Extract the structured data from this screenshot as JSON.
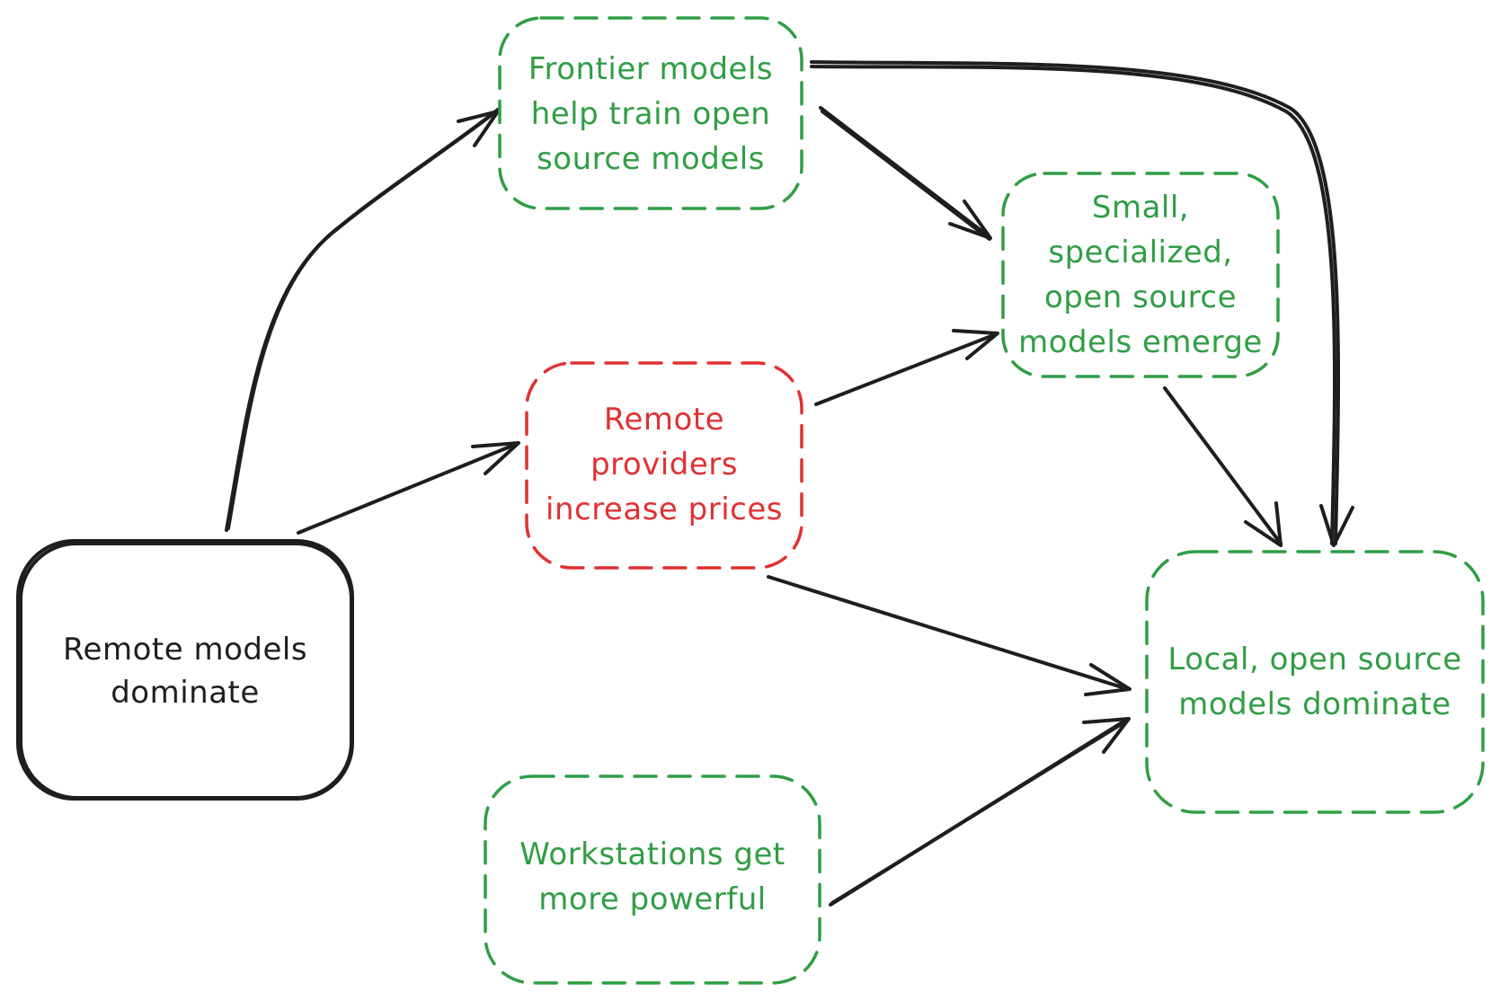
{
  "colors": {
    "green": "#2f9e44",
    "red": "#e03131",
    "black": "#1e1e1e",
    "background": "#ffffff"
  },
  "nodes": {
    "remote_dominate": {
      "lines": [
        "Remote models",
        "dominate"
      ],
      "color": "black",
      "border": "solid"
    },
    "frontier_help": {
      "lines": [
        "Frontier models",
        "help train open",
        "source models"
      ],
      "color": "green",
      "border": "dashed"
    },
    "price_increase": {
      "lines": [
        "Remote",
        "providers",
        "increase prices"
      ],
      "color": "red",
      "border": "dashed"
    },
    "small_specialized": {
      "lines": [
        "Small,",
        "specialized,",
        "open source",
        "models emerge"
      ],
      "color": "green",
      "border": "dashed"
    },
    "workstations": {
      "lines": [
        "Workstations get",
        "more powerful"
      ],
      "color": "green",
      "border": "dashed"
    },
    "local_dominate": {
      "lines": [
        "Local, open source",
        "models dominate"
      ],
      "color": "green",
      "border": "dashed"
    }
  },
  "edges": [
    {
      "from": "remote_dominate",
      "to": "frontier_help"
    },
    {
      "from": "remote_dominate",
      "to": "price_increase"
    },
    {
      "from": "frontier_help",
      "to": "small_specialized"
    },
    {
      "from": "frontier_help",
      "to": "local_dominate"
    },
    {
      "from": "price_increase",
      "to": "small_specialized"
    },
    {
      "from": "price_increase",
      "to": "local_dominate"
    },
    {
      "from": "small_specialized",
      "to": "local_dominate"
    },
    {
      "from": "workstations",
      "to": "local_dominate"
    }
  ]
}
